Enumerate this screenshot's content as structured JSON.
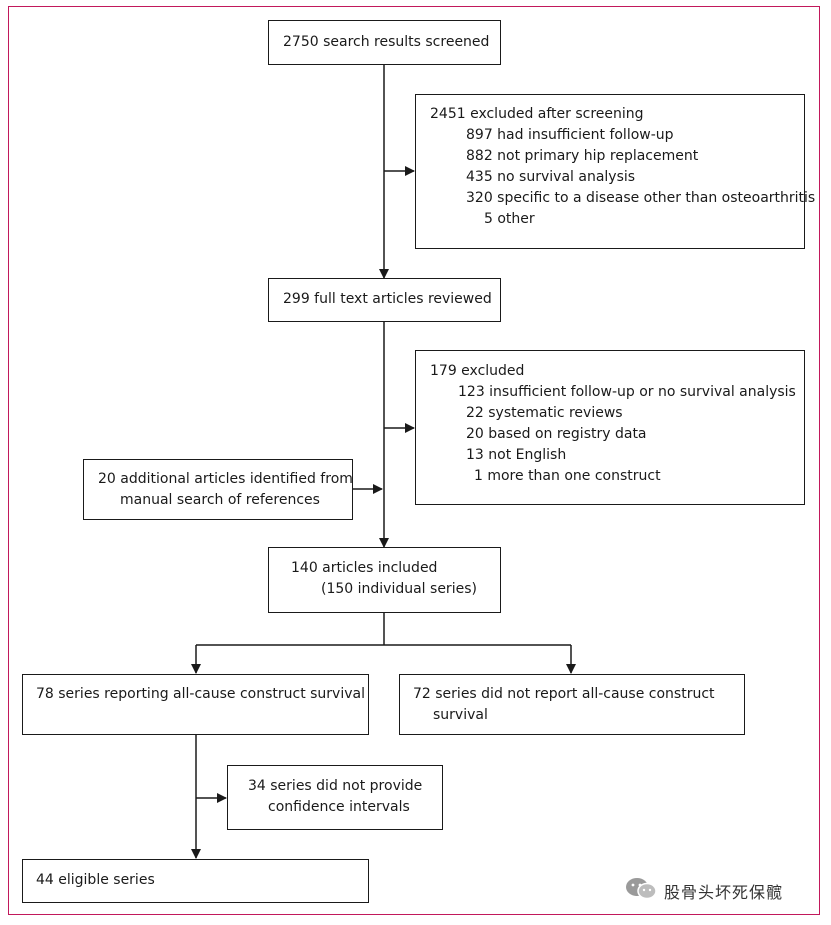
{
  "boxes": {
    "screened": [
      "2750 search results screened"
    ],
    "excluded1": [
      "2451 excluded after screening",
      "897 had insufficient follow-up",
      "882 not primary hip replacement",
      "435 no survival analysis",
      "320 specific to a disease other than osteoarthritis",
      "5 other"
    ],
    "fulltext": [
      "299 full text articles reviewed"
    ],
    "excluded2": [
      "179 excluded",
      "123 insufficient follow-up or no survival analysis",
      "22 systematic reviews",
      "20 based on registry data",
      "13 not English",
      "1 more than one construct"
    ],
    "additional": [
      "20 additional articles identified from",
      "manual search of references"
    ],
    "included": [
      "140 articles included",
      "(150 individual series)"
    ],
    "reporting": [
      "78 series reporting all-cause construct survival"
    ],
    "notreport": [
      "72 series did not report all-cause construct",
      "survival"
    ],
    "noci": [
      "34 series did not provide",
      "confidence intervals"
    ],
    "eligible": [
      "44 eligible series"
    ]
  },
  "watermark": "股骨头坏死保髋",
  "colors": {
    "frame": "#c2185b",
    "line": "#1a1a1a"
  }
}
